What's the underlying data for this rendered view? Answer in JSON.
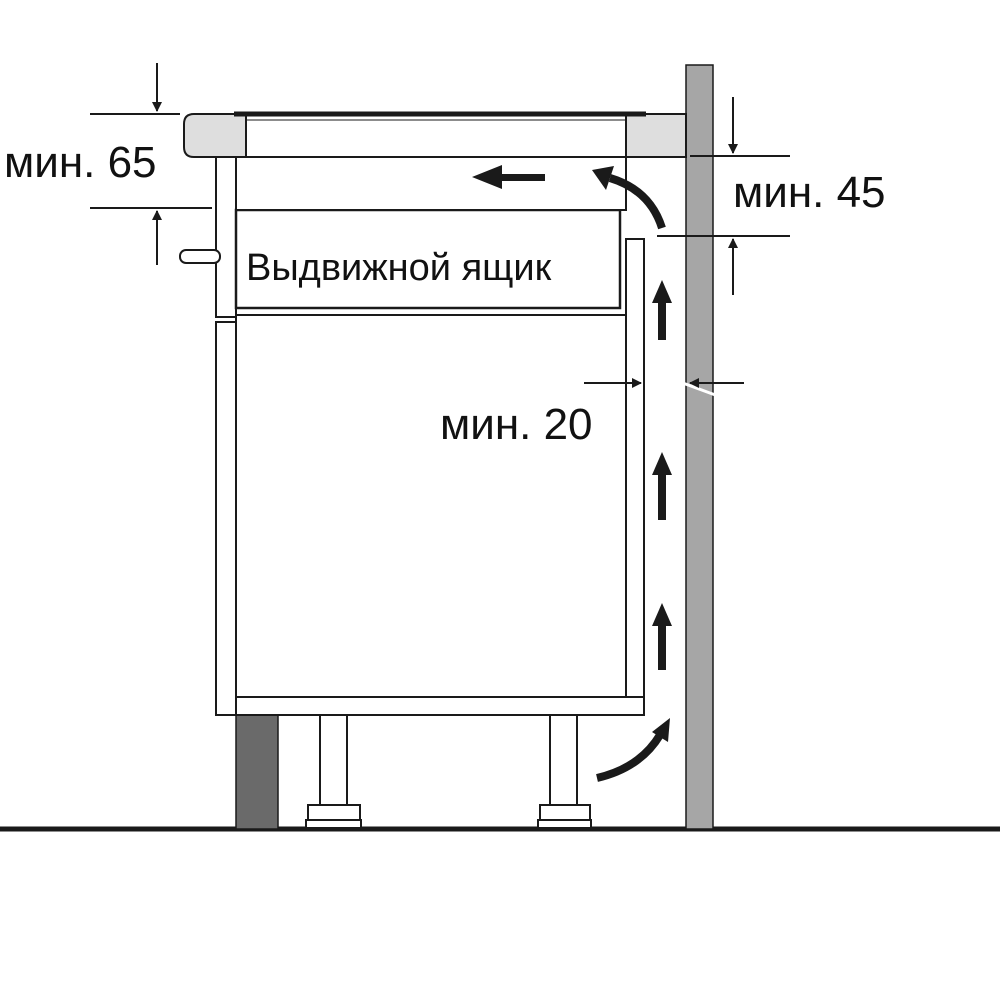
{
  "labels": {
    "min_65": "мин. 65",
    "min_45": "мин. 45",
    "min_20": "мин. 20",
    "drawer": "Выдвижной ящик"
  },
  "colors": {
    "line": "#1a1a1a",
    "wall": "#a6a6a6",
    "hob_end": "#dedede",
    "plinth": "#6a6a6a",
    "background": "#ffffff"
  }
}
